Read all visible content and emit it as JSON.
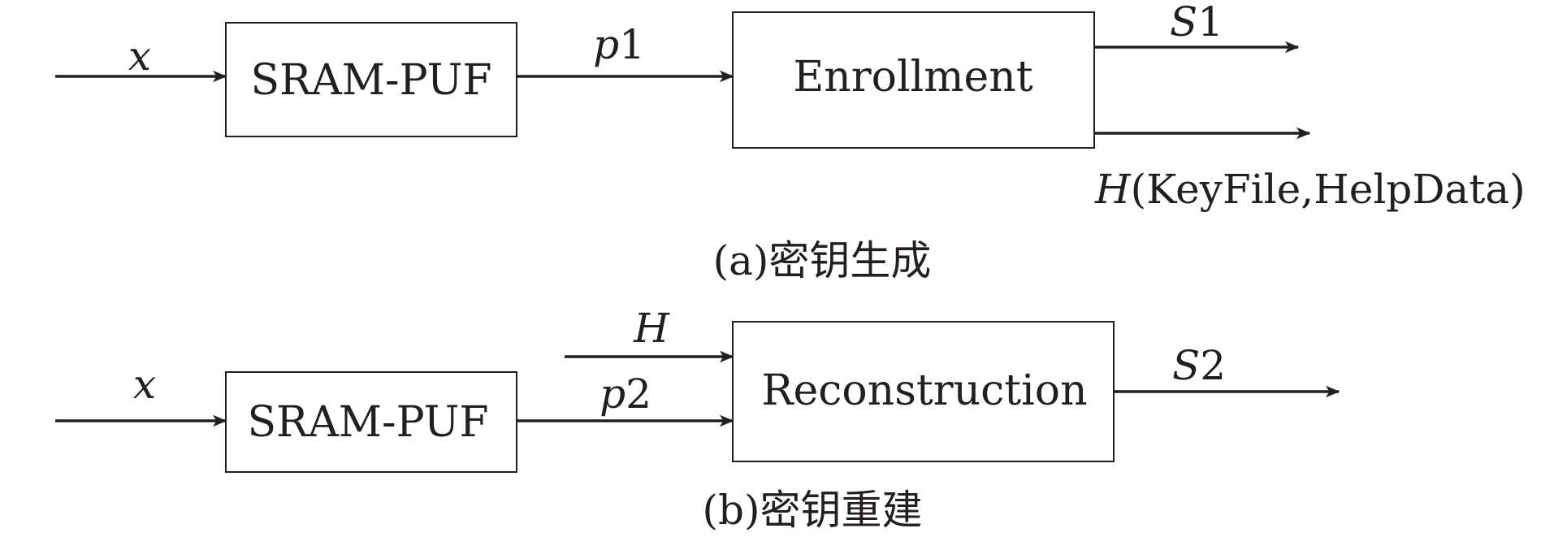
{
  "diagram_a": {
    "input_var": "x",
    "puf_box": "SRAM-PUF",
    "response_var": "p",
    "response_index": "1",
    "enroll_box": "Enrollment",
    "secret_var": "S",
    "secret_index": "1",
    "helper_func": "H",
    "helper_args": "(KeyFile,HelpData)",
    "caption": "(a)密钥生成"
  },
  "diagram_b": {
    "input_var": "x",
    "puf_box": "SRAM-PUF",
    "helper_var": "H",
    "response_var": "p",
    "response_index": "2",
    "recon_box": "Reconstruction",
    "secret_var": "S",
    "secret_index": "2",
    "caption": "(b)密钥重建"
  }
}
